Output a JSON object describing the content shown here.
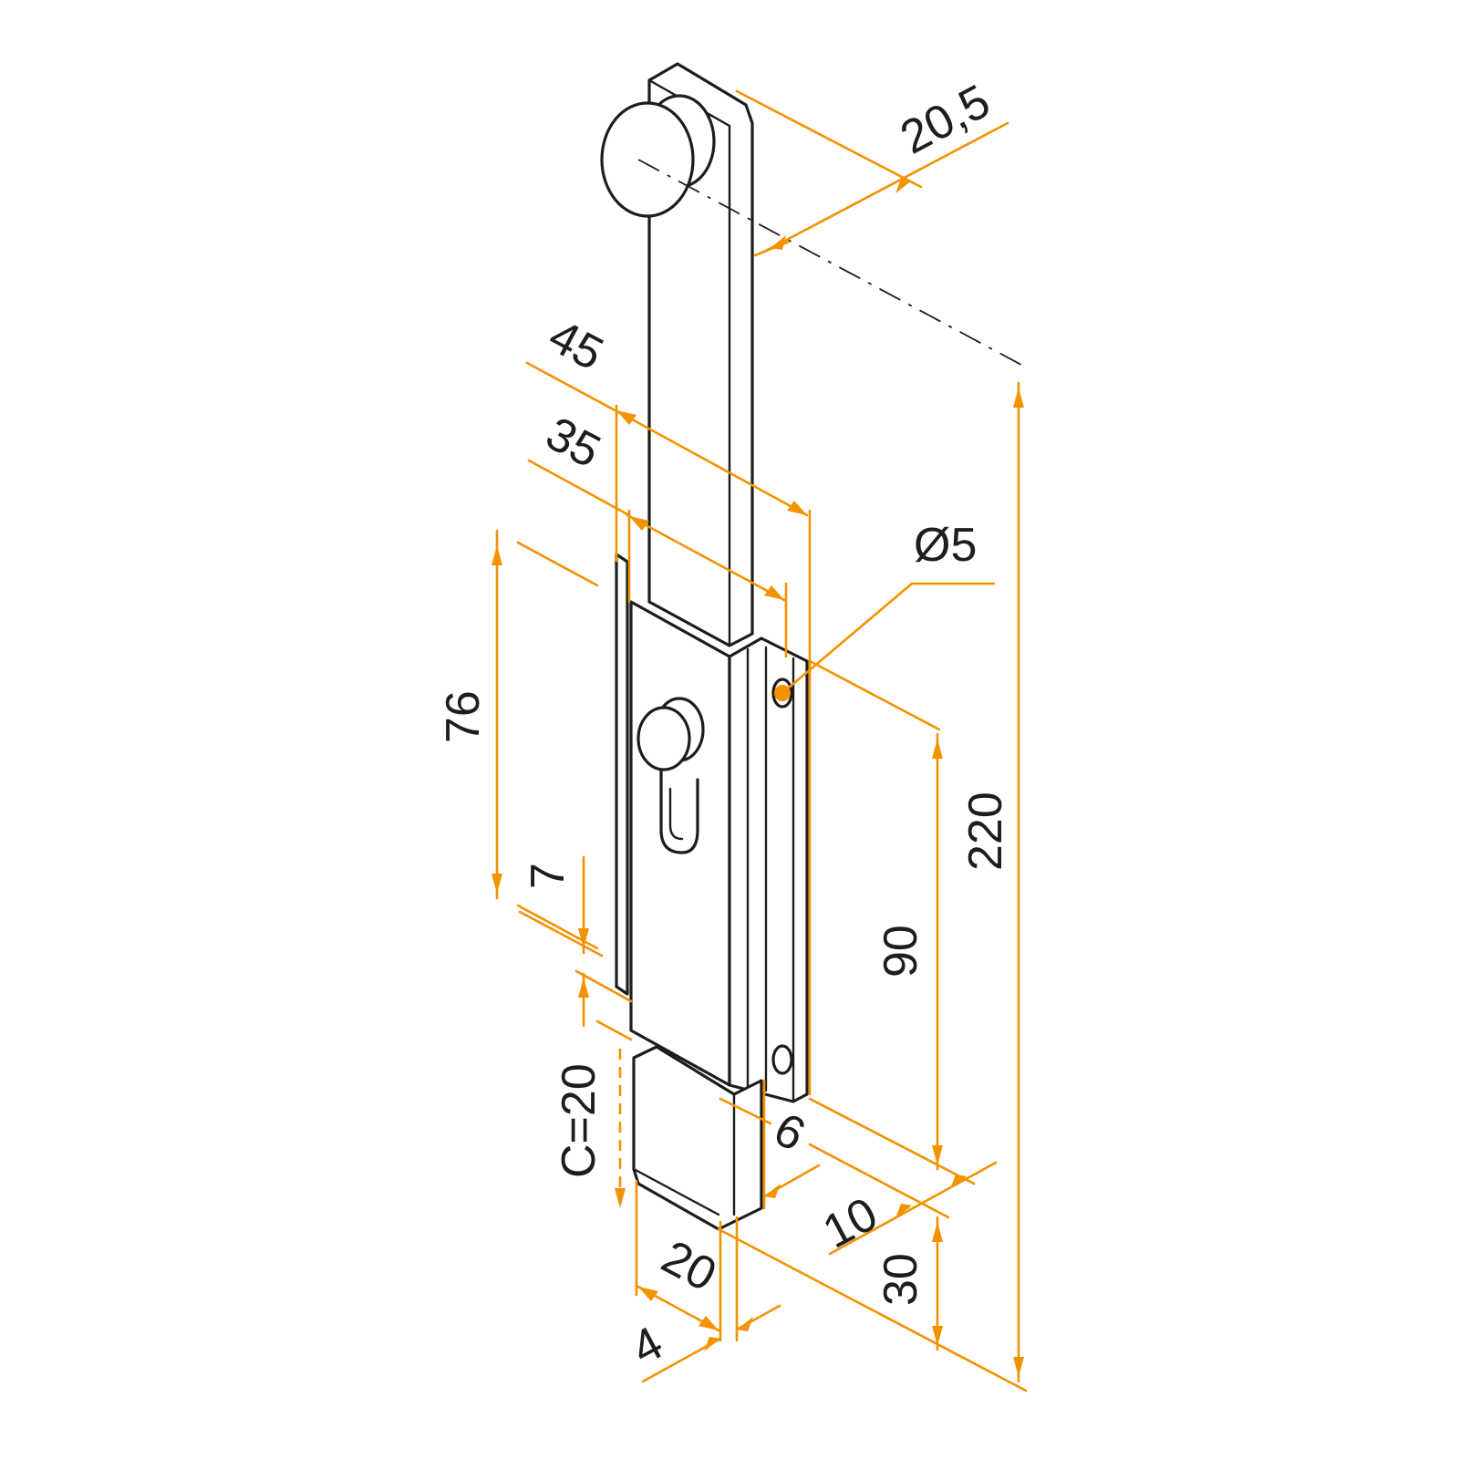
{
  "dimensions": {
    "width_top": "20,5",
    "d45": "45",
    "d35": "35",
    "hole": "Ø5",
    "d76": "76",
    "d220": "220",
    "d7": "7",
    "d90": "90",
    "c20": "C=20",
    "d6": "6",
    "d10": "10",
    "d30": "30",
    "d20": "20",
    "d4": "4"
  },
  "colors": {
    "dimension_lines": "#f39200",
    "outline": "#1d1d1b",
    "background": "#ffffff"
  }
}
